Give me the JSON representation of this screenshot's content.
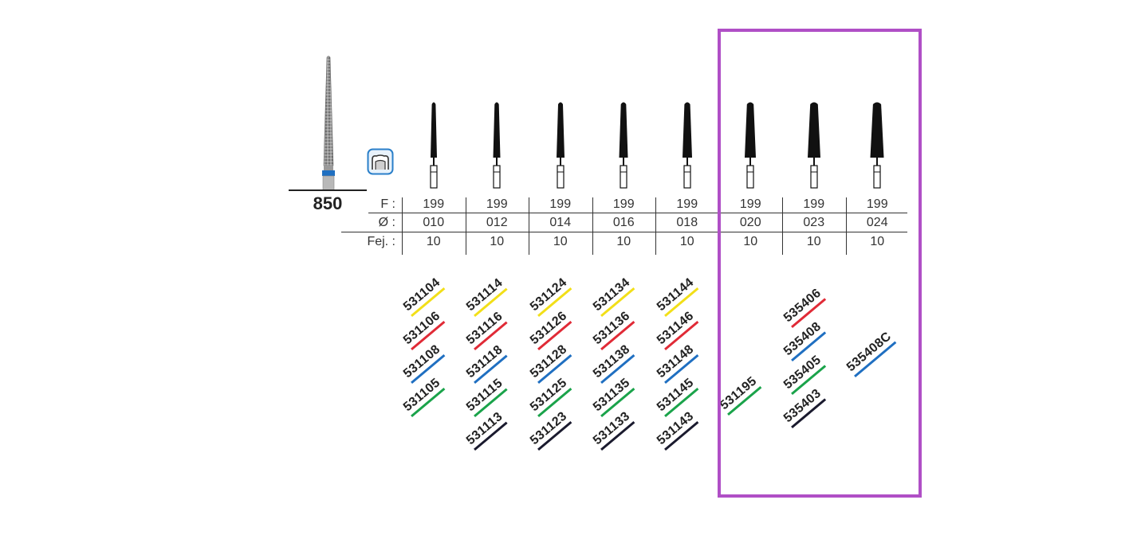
{
  "product": {
    "model": "850"
  },
  "row_labels": {
    "f": "F :",
    "dia": "Ø :",
    "fej": "Fej. :"
  },
  "columns": [
    {
      "f": "199",
      "dia": "010",
      "fej": "10",
      "codes": [
        {
          "text": "531104",
          "color": "yellow"
        },
        {
          "text": "531106",
          "color": "red"
        },
        {
          "text": "531108",
          "color": "blue"
        },
        {
          "text": "531105",
          "color": "green"
        }
      ]
    },
    {
      "f": "199",
      "dia": "012",
      "fej": "10",
      "codes": [
        {
          "text": "531114",
          "color": "yellow"
        },
        {
          "text": "531116",
          "color": "red"
        },
        {
          "text": "531118",
          "color": "blue"
        },
        {
          "text": "531115",
          "color": "green"
        },
        {
          "text": "531113",
          "color": "black"
        }
      ]
    },
    {
      "f": "199",
      "dia": "014",
      "fej": "10",
      "codes": [
        {
          "text": "531124",
          "color": "yellow"
        },
        {
          "text": "531126",
          "color": "red"
        },
        {
          "text": "531128",
          "color": "blue"
        },
        {
          "text": "531125",
          "color": "green"
        },
        {
          "text": "531123",
          "color": "black"
        }
      ]
    },
    {
      "f": "199",
      "dia": "016",
      "fej": "10",
      "codes": [
        {
          "text": "531134",
          "color": "yellow"
        },
        {
          "text": "531136",
          "color": "red"
        },
        {
          "text": "531138",
          "color": "blue"
        },
        {
          "text": "531135",
          "color": "green"
        },
        {
          "text": "531133",
          "color": "black"
        }
      ]
    },
    {
      "f": "199",
      "dia": "018",
      "fej": "10",
      "codes": [
        {
          "text": "531144",
          "color": "yellow"
        },
        {
          "text": "531146",
          "color": "red"
        },
        {
          "text": "531148",
          "color": "blue"
        },
        {
          "text": "531145",
          "color": "green"
        },
        {
          "text": "531143",
          "color": "black"
        }
      ]
    },
    {
      "f": "199",
      "dia": "020",
      "fej": "10",
      "codes": [
        {
          "text": "531195",
          "color": "green"
        }
      ]
    },
    {
      "f": "199",
      "dia": "023",
      "fej": "10",
      "codes": [
        {
          "text": "535406",
          "color": "red"
        },
        {
          "text": "535408",
          "color": "blue"
        },
        {
          "text": "535405",
          "color": "green"
        },
        {
          "text": "535403",
          "color": "black"
        }
      ]
    },
    {
      "f": "199",
      "dia": "024",
      "fej": "10",
      "codes": [
        {
          "text": "535408C",
          "color": "blue"
        }
      ]
    }
  ],
  "colors": {
    "yellow": "#f2df18",
    "red": "#e02a36",
    "blue": "#1f6fc1",
    "green": "#1aa34a",
    "black": "#1a1a2e",
    "highlight": "#b04fc6",
    "icon_border": "#2a7fc9"
  },
  "icons": {
    "application": "crown-prep-icon",
    "bur": "tapered-bur-icon"
  }
}
